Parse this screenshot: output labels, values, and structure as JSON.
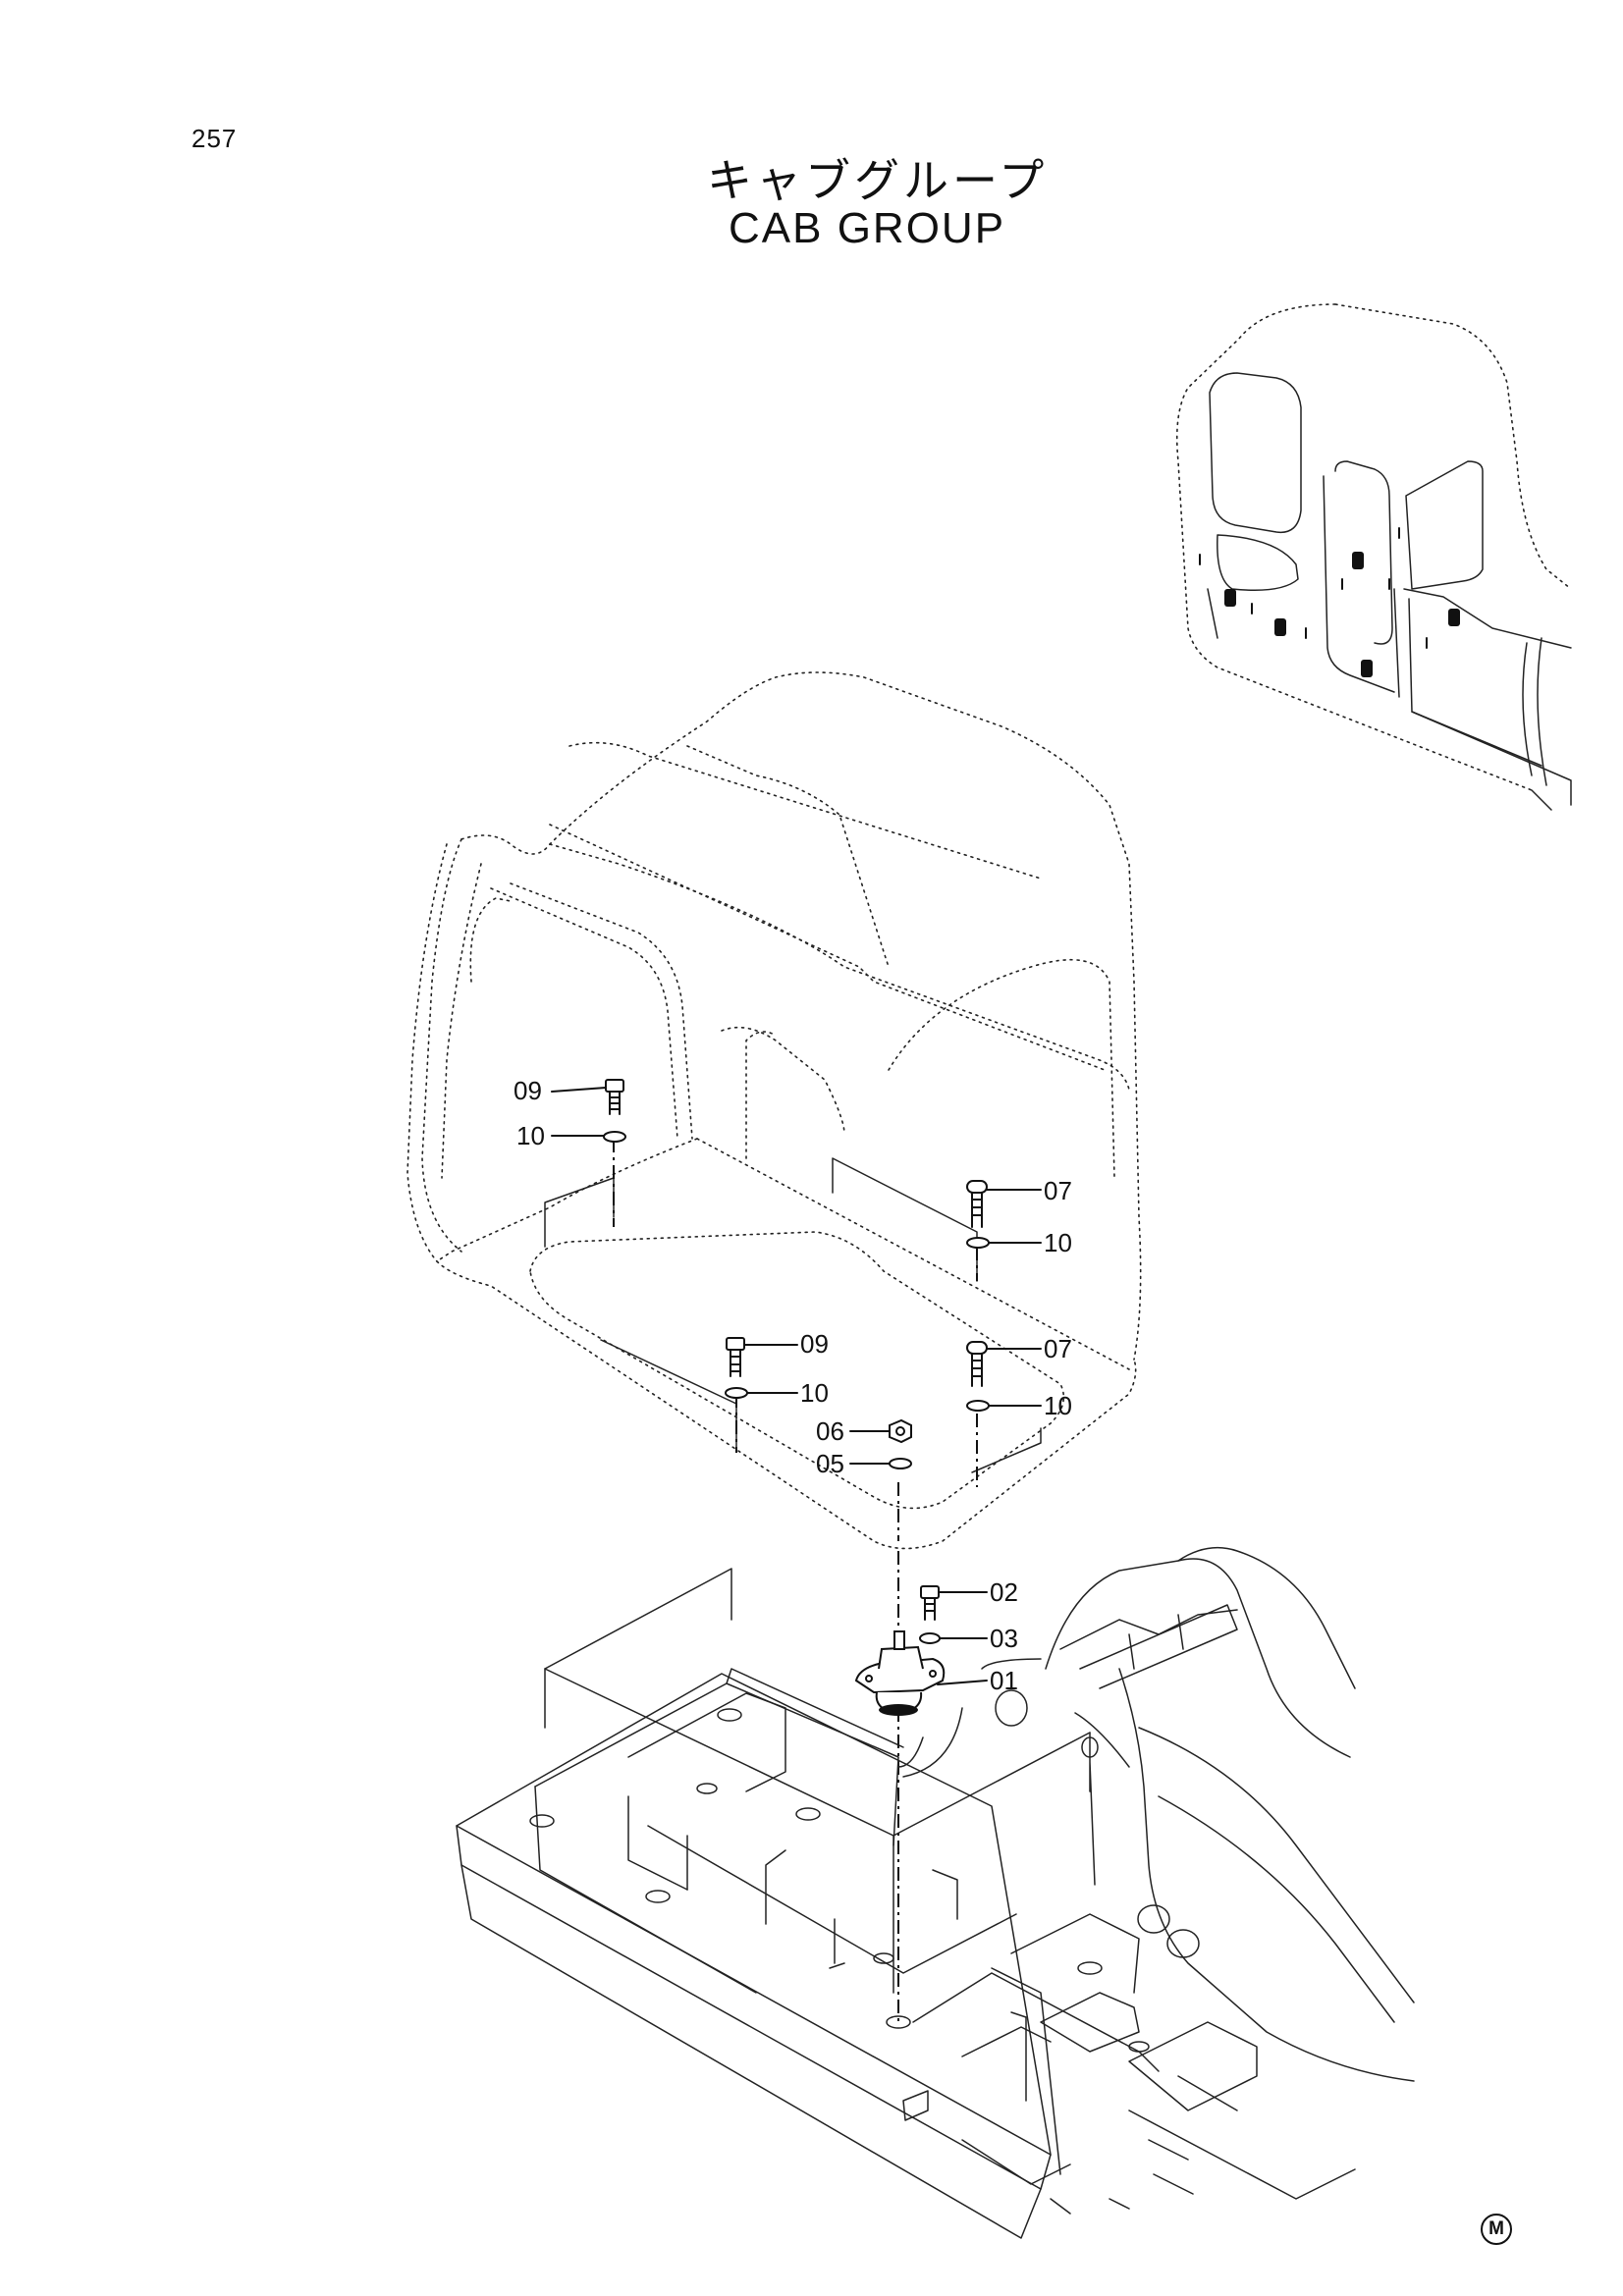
{
  "page_number": "257",
  "title": {
    "japanese": "キャブグループ",
    "english": "CAB GROUP"
  },
  "callouts": [
    {
      "id": "c01",
      "label": "01"
    },
    {
      "id": "c02",
      "label": "02"
    },
    {
      "id": "c03",
      "label": "03"
    },
    {
      "id": "c05",
      "label": "05"
    },
    {
      "id": "c06",
      "label": "06"
    },
    {
      "id": "c07a",
      "label": "07"
    },
    {
      "id": "c07b",
      "label": "07"
    },
    {
      "id": "c09a",
      "label": "09"
    },
    {
      "id": "c09b",
      "label": "09"
    },
    {
      "id": "c10a",
      "label": "10"
    },
    {
      "id": "c10b",
      "label": "10"
    },
    {
      "id": "c10c",
      "label": "10"
    },
    {
      "id": "c10d",
      "label": "10"
    }
  ],
  "mark": "M"
}
